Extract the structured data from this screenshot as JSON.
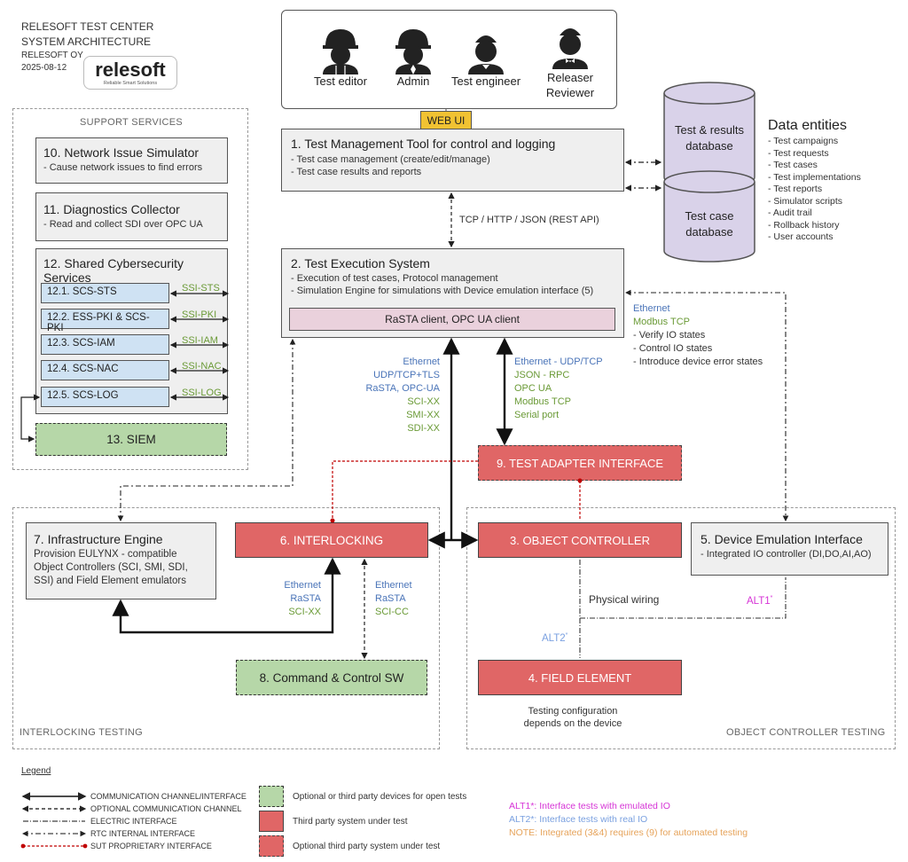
{
  "header": {
    "line1": "RELESOFT TEST CENTER",
    "line2": "SYSTEM ARCHITECTURE",
    "line3": "RELESOFT OY",
    "line4": "2025-08-12",
    "logo_name": "relesoft",
    "logo_tagline": "Reliable Smart Solutions"
  },
  "users": [
    {
      "label": "Test editor",
      "icon": "hardhat-person-icon"
    },
    {
      "label": "Admin",
      "icon": "hardhat-tie-person-icon"
    },
    {
      "label": "Test engineer",
      "icon": "person-icon"
    },
    {
      "label": "Releaser\nReviewer",
      "icon": "butler-person-icon"
    }
  ],
  "web_ui": "WEB UI",
  "tmt": {
    "title": "1. Test Management Tool for control and logging",
    "line1": "- Test case management (create/edit/manage)",
    "line2": "- Test case results and reports"
  },
  "rest_label": "TCP / HTTP / JSON (REST API)",
  "tes": {
    "title": "2. Test Execution System",
    "line1": "- Execution of test cases, Protocol management",
    "line2": "- Simulation Engine for simulations with Device emulation interface (5)",
    "client": "RaSTA client, OPC UA client"
  },
  "databases": [
    {
      "label": "Test & results\ndatabase"
    },
    {
      "label": "Test case\ndatabase"
    }
  ],
  "entities": {
    "title": "Data entities",
    "items": [
      "- Test campaigns",
      "- Test requests",
      "- Test cases",
      "- Test implementations",
      "- Test reports",
      "- Simulator scripts",
      "- Audit trail",
      "- Rollback history",
      "- User accounts"
    ]
  },
  "support": {
    "label": "SUPPORT SERVICES",
    "nis_title": "10. Network Issue Simulator",
    "nis_sub": "- Cause network issues to find errors",
    "diag_title": "11. Diagnostics Collector",
    "diag_sub": "- Read and collect SDI over OPC UA",
    "scs_title": "12. Shared Cybersecurity Services",
    "scs_items": [
      {
        "name": "12.1. SCS-STS",
        "link": "SSI-STS"
      },
      {
        "name": "12.2. ESS-PKI & SCS-PKI",
        "link": "SSI-PKI"
      },
      {
        "name": "12.3. SCS-IAM",
        "link": "SSI-IAM"
      },
      {
        "name": "12.4. SCS-NAC",
        "link": "SSI-NAC"
      },
      {
        "name": "12.5. SCS-LOG",
        "link": "SSI-LOG"
      }
    ],
    "siem": "13. SIEM"
  },
  "tes_left_labels": {
    "blue": [
      "Ethernet",
      "UDP/TCP+TLS",
      "RaSTA, OPC-UA"
    ],
    "green": [
      "SCI-XX",
      "SMI-XX",
      "SDI-XX"
    ]
  },
  "tes_right_labels": {
    "blue": [
      "Ethernet - UDP/TCP"
    ],
    "green": [
      "JSON - RPC",
      "OPC UA",
      "Modbus TCP",
      "Serial port"
    ]
  },
  "dei_labels": {
    "blue": "Ethernet",
    "green": "Modbus TCP",
    "items": [
      "- Verify IO states",
      "- Control IO states",
      "- Introduce device error states"
    ]
  },
  "tai": "9. TEST ADAPTER INTERFACE",
  "ie": {
    "title": "7. Infrastructure Engine",
    "sub": "Provision EULYNX - compatible Object Controllers (SCI, SMI, SDI, SSI) and Field Element emulators"
  },
  "interlocking": "6.  INTERLOCKING",
  "oc": "3. OBJECT CONTROLLER",
  "dei": {
    "title": "5. Device Emulation Interface",
    "sub": "- Integrated IO controller (DI,DO,AI,AO)"
  },
  "il_left_labels": {
    "blue": [
      "Ethernet",
      "RaSTA"
    ],
    "green": "SCI-XX"
  },
  "il_right_labels": {
    "blue": [
      "Ethernet",
      "RaSTA"
    ],
    "green": "SCI-CC"
  },
  "ccsw": "8. Command & Control SW",
  "physical_wiring": "Physical wiring",
  "alt1": "ALT1",
  "alt2": "ALT2",
  "field_element": "4. FIELD ELEMENT",
  "testing_config": "Testing configuration\ndepends on the device",
  "zone_il": "INTERLOCKING TESTING",
  "zone_oc": "OBJECT CONTROLLER TESTING",
  "legend": {
    "title": "Legend",
    "lines": [
      "COMMUNICATION CHANNEL/INTERFACE",
      "OPTIONAL COMMUNICATION CHANNEL",
      "ELECTRIC INTERFACE",
      "RTC INTERNAL INTERFACE",
      "SUT PROPRIETARY INTERFACE"
    ],
    "boxes": [
      "Optional or third party devices for open tests",
      "Third party system under test",
      "Optional third party system under test"
    ],
    "notes": [
      {
        "prefix": "ALT1*",
        "text": ": Interface tests with emulated IO",
        "color": "#d633d6"
      },
      {
        "prefix": "ALT2*",
        "text": ": Interface tests with real IO",
        "color": "#7aa0e0"
      },
      {
        "prefix": "NOTE",
        "text": ": Integrated (3&4) requires (9) for automated testing",
        "color": "#e6a35a"
      }
    ]
  },
  "colors": {
    "sut_red": "#e06666",
    "open_green": "#b6d7a8",
    "db_purple": "#d9d2e9",
    "web_ui_yellow": "#f1c232"
  }
}
